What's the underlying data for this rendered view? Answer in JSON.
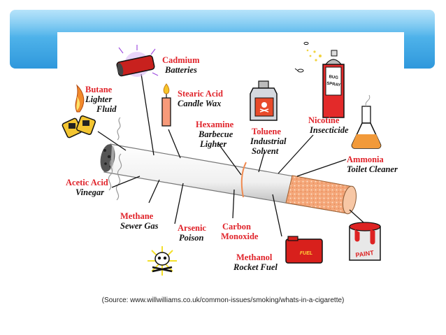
{
  "labels": {
    "butane": {
      "name": "Butane",
      "desc1": "Lighter",
      "desc2": "Fluid"
    },
    "cadmium": {
      "name": "Cadmium",
      "desc1": "Batteries"
    },
    "stearic": {
      "name": "Stearic Acid",
      "desc1": "Candle Wax"
    },
    "hexamine": {
      "name": "Hexamine",
      "desc1": "Barbecue",
      "desc2": "Lighter"
    },
    "toluene": {
      "name": "Toluene",
      "desc1": "Industrial",
      "desc2": "Solvent"
    },
    "nicotine": {
      "name": "Nicotine",
      "desc1": "Insecticide"
    },
    "ammonia": {
      "name": "Ammonia",
      "desc1": "Toilet Cleaner"
    },
    "acetic": {
      "name": "Acetic Acid",
      "desc1": "Vinegar"
    },
    "methane": {
      "name": "Methane",
      "desc1": "Sewer Gas"
    },
    "arsenic": {
      "name": "Arsenic",
      "desc1": "Poison"
    },
    "carbon": {
      "name": "Carbon",
      "desc1": "Monoxide"
    },
    "methanol": {
      "name": "Methanol",
      "desc1": "Rocket Fuel"
    }
  },
  "icon_text": {
    "bug_spray": "BUG SPRAY",
    "fuel": "FUEL",
    "paint": "PAINT"
  },
  "source_text": "(Source: www.willwilliams.co.uk/common-issues/smoking/whats-in-a-cigarette)",
  "colors": {
    "name": "#e0242b",
    "desc": "#111111",
    "banner": "#3aa3e3",
    "filter": "#f0a070"
  }
}
